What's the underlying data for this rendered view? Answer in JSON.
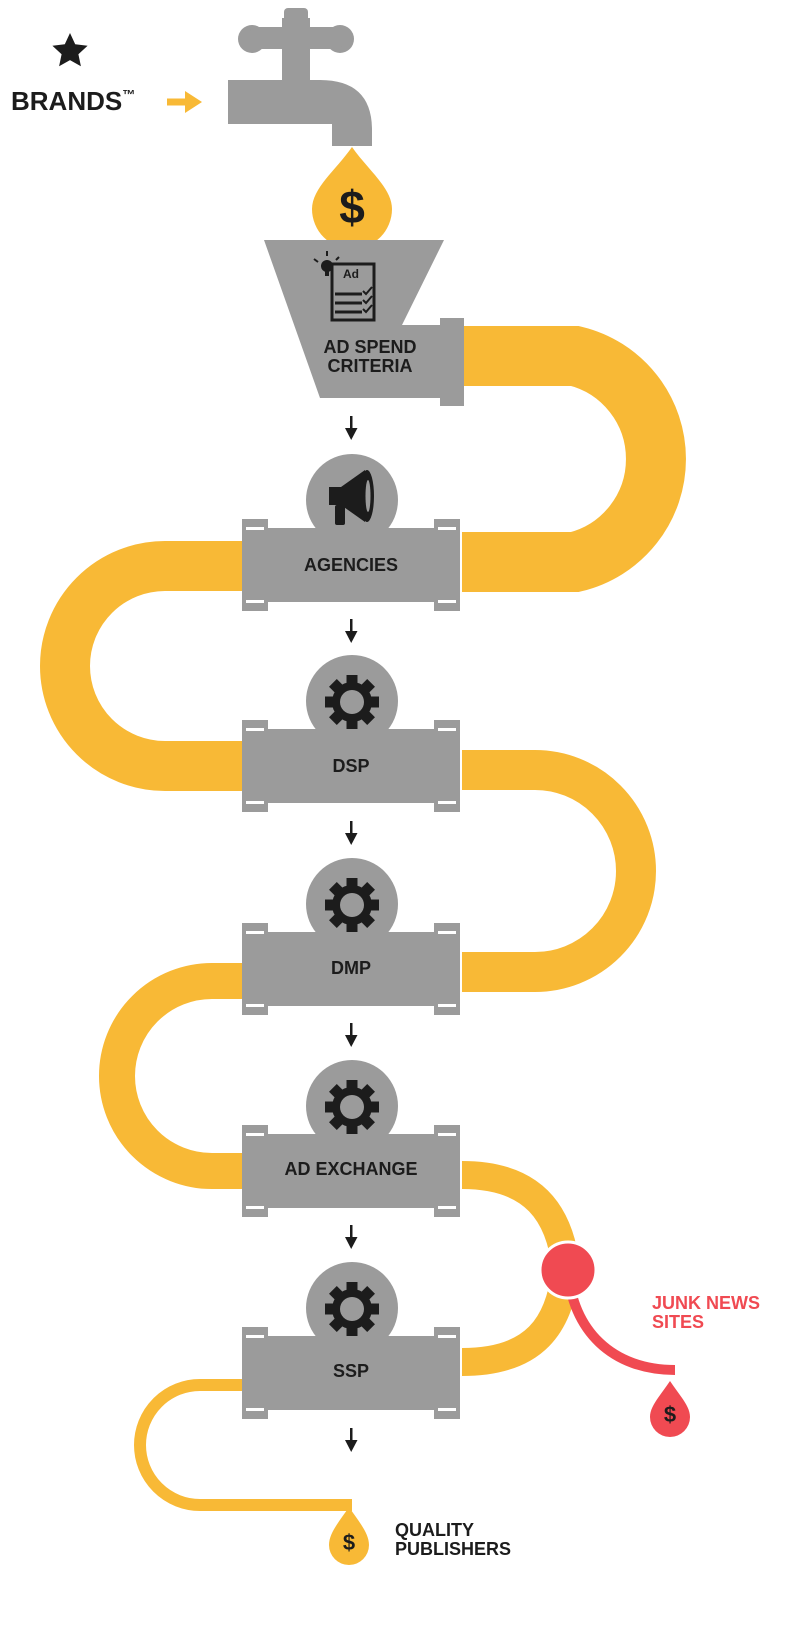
{
  "brand": {
    "label": "BRANDS",
    "trademark": "™",
    "icon": "star-icon"
  },
  "stages": [
    {
      "id": "ad-spend-criteria",
      "line1": "AD SPEND",
      "line2": "CRITERIA",
      "icon": "ad-checklist-icon"
    },
    {
      "id": "agencies",
      "label": "AGENCIES",
      "icon": "megaphone-icon"
    },
    {
      "id": "dsp",
      "label": "DSP",
      "icon": "gear-icon"
    },
    {
      "id": "dmp",
      "label": "DMP",
      "icon": "gear-icon"
    },
    {
      "id": "ad-exchange",
      "label": "AD EXCHANGE",
      "icon": "gear-icon"
    },
    {
      "id": "ssp",
      "label": "SSP",
      "icon": "gear-icon"
    }
  ],
  "badges": {
    "ad_icon_text": "Ad",
    "currency_symbol": "$"
  },
  "outputs": {
    "junk": {
      "line1": "JUNK NEWS",
      "line2": "SITES"
    },
    "quality": {
      "line1": "QUALITY",
      "line2": "PUBLISHERS"
    }
  },
  "colors": {
    "money_pipe": "#F8B936",
    "fitting_gray": "#9B9B9B",
    "junk_red": "#F04A52",
    "text_dark": "#1C1C1C"
  }
}
